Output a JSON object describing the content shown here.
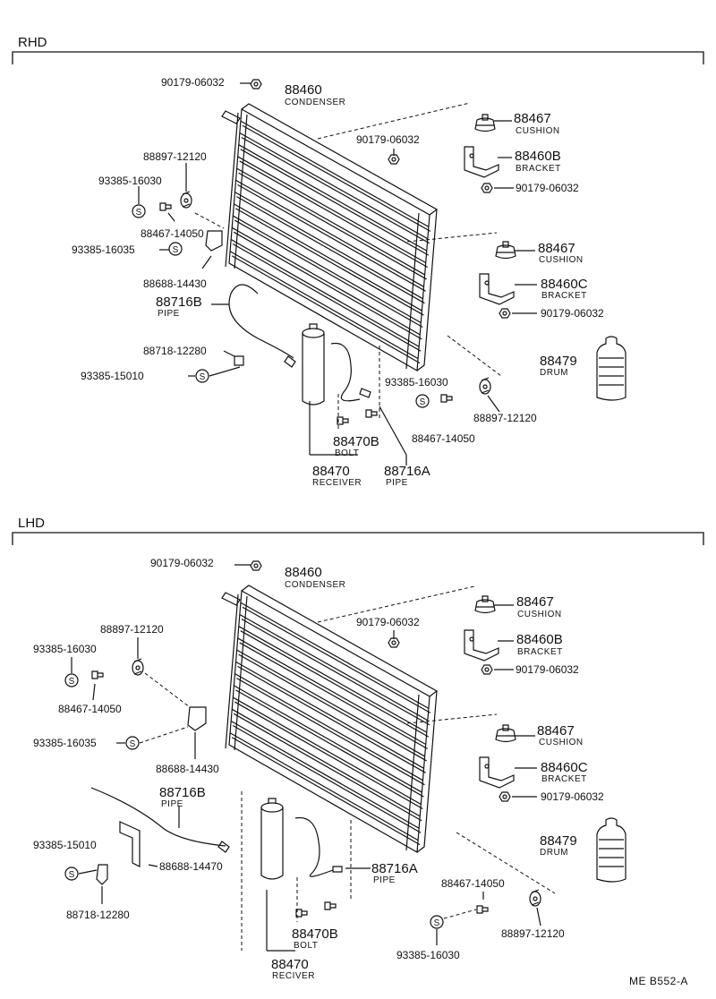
{
  "sections": {
    "rhd": {
      "heading": "RHD",
      "parts": {
        "nut_top": "90179-06032",
        "condenser_no": "88460",
        "condenser_name": "CONDENSER",
        "nut_mid": "90179-06032",
        "cushion_top_no": "88467",
        "cushion_top_name": "CUSHION",
        "bracket_b_no": "88460B",
        "bracket_b_name": "BRACKET",
        "nut_b": "90179-06032",
        "cushion_left": "88897-12120",
        "screw_left": "93385-16030",
        "bolt_left": "88467-14050",
        "screw_left2": "93385-16035",
        "bracket_left": "88688-14430",
        "pipe_b_no": "88716B",
        "pipe_b_name": "PIPE",
        "clamp": "88718-12280",
        "screw_clamp": "93385-15010",
        "cushion_bot_no": "88467",
        "cushion_bot_name": "CUSHION",
        "bracket_c_no": "88460C",
        "bracket_c_name": "BRACKET",
        "nut_c": "90179-06032",
        "drum_no": "88479",
        "drum_name": "DRUM",
        "screw_right": "93385-16030",
        "cushion_right": "88897-12120",
        "bolt_right": "88467-14050",
        "bolt_no": "88470B",
        "bolt_name": "BOLT",
        "receiver_no": "88470",
        "receiver_name": "RECEIVER",
        "pipe_a_no": "88716A",
        "pipe_a_name": "PIPE"
      }
    },
    "lhd": {
      "heading": "LHD",
      "parts": {
        "nut_top": "90179-06032",
        "condenser_no": "88460",
        "condenser_name": "CONDENSER",
        "nut_mid": "90179-06032",
        "cushion_top_no": "88467",
        "cushion_top_name": "CUSHION",
        "bracket_b_no": "88460B",
        "bracket_b_name": "BRACKET",
        "nut_b": "90179-06032",
        "cushion_left": "88897-12120",
        "screw_left": "93385-16030",
        "bolt_left": "88467-14050",
        "screw_left2": "93385-16035",
        "bracket_left": "88688-14430",
        "pipe_b_no": "88716B",
        "pipe_b_name": "PIPE",
        "screw_clamp": "93385-15010",
        "bracket_pipe": "88688-14470",
        "clamp": "88718-12280",
        "cushion_bot_no": "88467",
        "cushion_bot_name": "CUSHION",
        "bracket_c_no": "88460C",
        "bracket_c_name": "BRACKET",
        "nut_c": "90179-06032",
        "drum_no": "88479",
        "drum_name": "DRUM",
        "pipe_a_no": "88716A",
        "pipe_a_name": "PIPE",
        "bolt_right": "88467-14050",
        "cushion_right": "88897-12120",
        "screw_right": "93385-16030",
        "bolt_no": "88470B",
        "bolt_name": "BOLT",
        "receiver_no": "88470",
        "receiver_name": "RECIVER"
      }
    }
  },
  "footer_code": "ME  B552-A"
}
